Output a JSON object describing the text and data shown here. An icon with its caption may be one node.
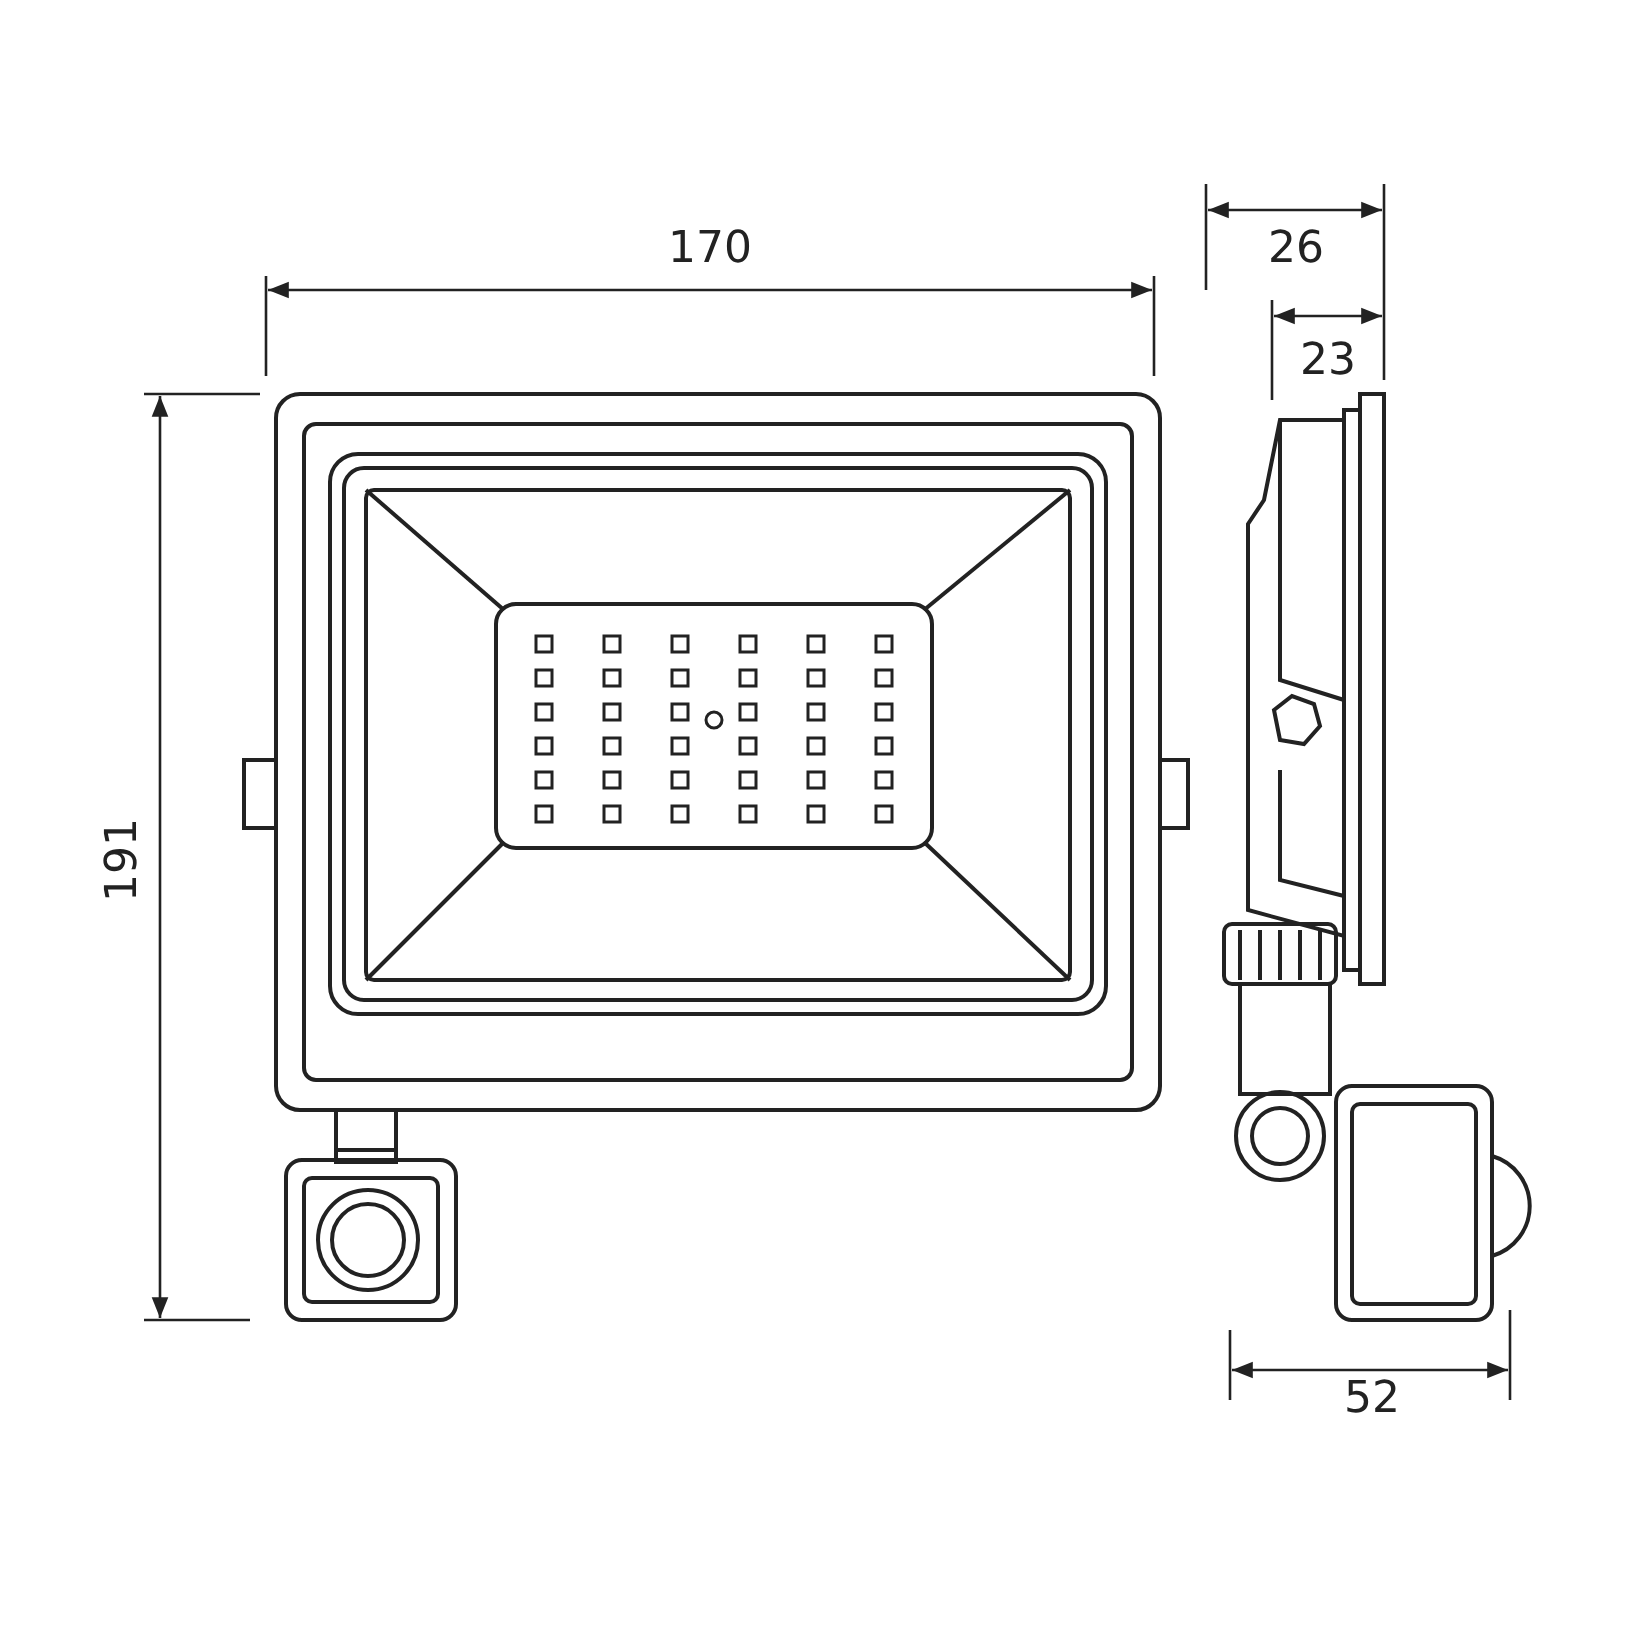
{
  "diagram": {
    "labels": [
      "170",
      "26",
      "23",
      "191",
      "52"
    ]
  }
}
